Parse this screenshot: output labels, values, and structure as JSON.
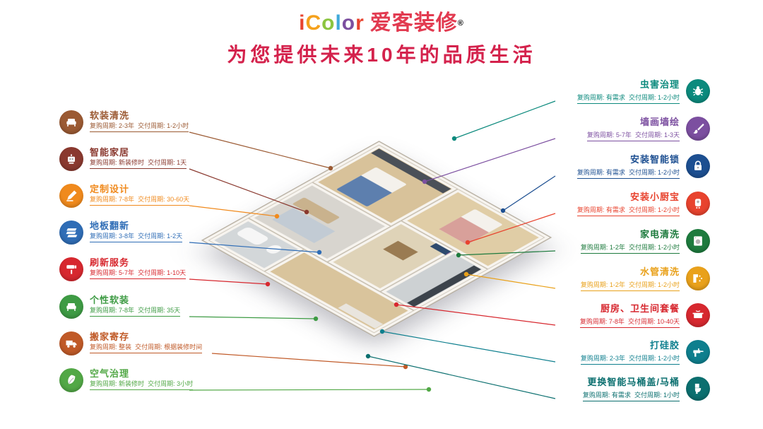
{
  "header": {
    "logo_letters": [
      {
        "ch": "i",
        "color": "#e8432e"
      },
      {
        "ch": "C",
        "color": "#f5a11c"
      },
      {
        "ch": "o",
        "color": "#8bc53f"
      },
      {
        "ch": "l",
        "color": "#3fa9d9"
      },
      {
        "ch": "o",
        "color": "#7c4fa0"
      },
      {
        "ch": "r",
        "color": "#e8432e"
      }
    ],
    "logo_brand": "爱客装修",
    "logo_reg": "®",
    "logo_brand_color": "#e23a50",
    "title": "为您提供未来10年的品质生活",
    "title_color": "#d4224c"
  },
  "labels": {
    "repurchase": "复购周期:",
    "delivery": "交付周期:"
  },
  "left_services": [
    {
      "name": "软装清洗",
      "repurchase": "2-3年",
      "delivery": "1-2小时",
      "color": "#9b5a33",
      "icon": "sofa-clean-icon"
    },
    {
      "name": "智能家居",
      "repurchase": "新装修时",
      "delivery": "1天",
      "color": "#8a392f",
      "icon": "robot-icon"
    },
    {
      "name": "定制设计",
      "repurchase": "7-8年",
      "delivery": "30-60天",
      "color": "#f08a1d",
      "icon": "design-pencil-icon"
    },
    {
      "name": "地板翻新",
      "repurchase": "3-8年",
      "delivery": "1-2天",
      "color": "#2f6db6",
      "icon": "floor-planks-icon"
    },
    {
      "name": "刷新服务",
      "repurchase": "5-7年",
      "delivery": "1-10天",
      "color": "#d7282f",
      "icon": "paint-roller-icon"
    },
    {
      "name": "个性软装",
      "repurchase": "7-8年",
      "delivery": "35天",
      "color": "#3e9b44",
      "icon": "sofa-icon"
    },
    {
      "name": "搬家寄存",
      "repurchase": "整装",
      "delivery": "根据装修时间",
      "color": "#c05a28",
      "icon": "moving-truck-icon"
    },
    {
      "name": "空气治理",
      "repurchase": "新装修时",
      "delivery": "3小时",
      "color": "#52a846",
      "icon": "leaf-icon"
    }
  ],
  "right_services": [
    {
      "name": "虫害治理",
      "repurchase": "有需求",
      "delivery": "1-2小时",
      "color": "#0c8a7d",
      "icon": "bug-icon"
    },
    {
      "name": "墙画墙绘",
      "repurchase": "5-7年",
      "delivery": "1-3天",
      "color": "#7c4fa0",
      "icon": "paint-brush-icon"
    },
    {
      "name": "安装智能锁",
      "repurchase": "有需求",
      "delivery": "1-2小时",
      "color": "#1d4f91",
      "icon": "smart-lock-icon"
    },
    {
      "name": "安装小厨宝",
      "repurchase": "有需求",
      "delivery": "1-2小时",
      "color": "#e8432e",
      "icon": "water-heater-icon"
    },
    {
      "name": "家电清洗",
      "repurchase": "1-2年",
      "delivery": "1-2小时",
      "color": "#1e7b3e",
      "icon": "appliance-icon"
    },
    {
      "name": "水管清洗",
      "repurchase": "1-2年",
      "delivery": "1-2小时",
      "color": "#e9a11b",
      "icon": "pipe-icon"
    },
    {
      "name": "厨房、卫生间套餐",
      "repurchase": "7-8年",
      "delivery": "10-40天",
      "color": "#d7282f",
      "icon": "kitchen-pot-icon"
    },
    {
      "name": "打硅胶",
      "repurchase": "2-3年",
      "delivery": "1-2小时",
      "color": "#0e7f8e",
      "icon": "caulk-gun-icon"
    },
    {
      "name": "更换智能马桶盖/马桶",
      "repurchase": "有需求",
      "delivery": "1小时",
      "color": "#0b6f6f",
      "icon": "toilet-icon"
    }
  ]
}
